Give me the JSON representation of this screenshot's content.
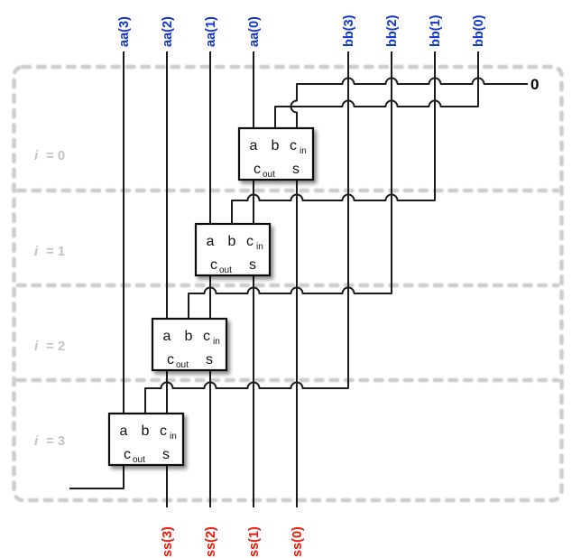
{
  "diagram": {
    "kind": "4-bit ripple-carry adder array",
    "colors": {
      "input_blue": "#0d36cc",
      "output_red": "#ee1605",
      "wire_black": "#1b1b1b",
      "region_gray": "#cbcbcb"
    },
    "carry_in": {
      "label": "0"
    },
    "inputs": [
      {
        "label": "aa(3)"
      },
      {
        "label": "aa(2)"
      },
      {
        "label": "aa(1)"
      },
      {
        "label": "aa(0)"
      },
      {
        "label": "bb(3)"
      },
      {
        "label": "bb(2)"
      },
      {
        "label": "bb(1)"
      },
      {
        "label": "bb(0)"
      }
    ],
    "outputs": [
      {
        "label": "ss(3)"
      },
      {
        "label": "ss(2)"
      },
      {
        "label": "ss(1)"
      },
      {
        "label": "ss(0)"
      }
    ],
    "rows": [
      {
        "var": "i",
        "eq": "= 0"
      },
      {
        "var": "i",
        "eq": "= 1"
      },
      {
        "var": "i",
        "eq": "= 2"
      },
      {
        "var": "i",
        "eq": "= 3"
      }
    ],
    "adder_pins": {
      "a": "a",
      "b": "b",
      "c": "c",
      "in": "in",
      "out": "out",
      "s": "s"
    }
  }
}
